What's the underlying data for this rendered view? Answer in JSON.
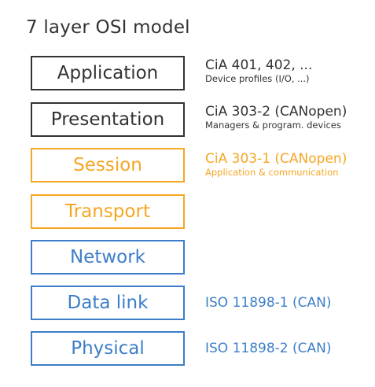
{
  "title": "7 layer OSI model",
  "colors": {
    "upper": "#333333",
    "middle": "#f5a623",
    "lower": "#3c7ec8"
  },
  "layers": [
    {
      "label": "Application"
    },
    {
      "label": "Presentation"
    },
    {
      "label": "Session"
    },
    {
      "label": "Transport"
    },
    {
      "label": "Network"
    },
    {
      "label": "Data link"
    },
    {
      "label": "Physical"
    }
  ],
  "notes": [
    {
      "main": "CiA 401, 402, ...",
      "sub": "Device profiles (I/O, ...)"
    },
    {
      "main": "CiA 303-2 (CANopen)",
      "sub": "Managers & program. devices"
    },
    {
      "main": "CiA 303-1 (CANopen)",
      "sub": "Application & communication"
    },
    {
      "main": "ISO 11898-1 (CAN)"
    },
    {
      "main": "ISO 11898-2 (CAN)"
    }
  ]
}
